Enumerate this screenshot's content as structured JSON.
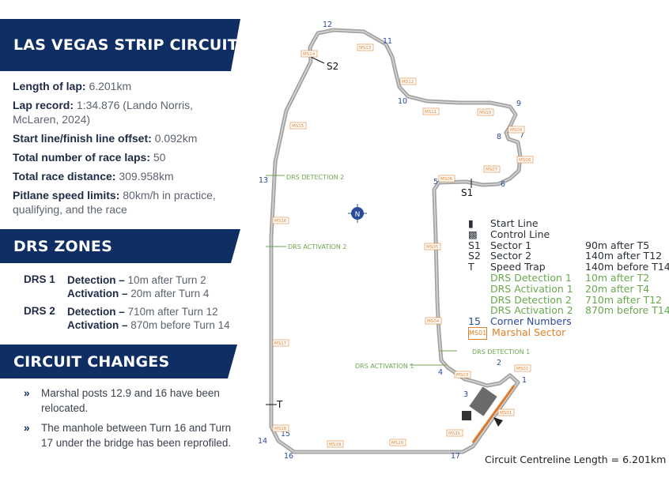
{
  "title": "LAS VEGAS STRIP CIRCUIT",
  "info": [
    {
      "label": "Length of lap:",
      "value": "6.201km"
    },
    {
      "label": "Lap record:",
      "value": "1:34.876 (Lando Norris, McLaren, 2024)"
    },
    {
      "label": "Start line/finish line offset:",
      "value": "0.092km"
    },
    {
      "label": "Total number of race laps:",
      "value": "50"
    },
    {
      "label": "Total race distance:",
      "value": "309.958km"
    },
    {
      "label": "Pitlane speed limits:",
      "value": "80km/h in practice, qualifying, and the race"
    }
  ],
  "drs_title": "DRS ZONES",
  "drs": [
    {
      "zone": "DRS 1",
      "detection_label": "Detection –",
      "detection": "10m after Turn 2",
      "activation_label": "Activation –",
      "activation": "20m after Turn 4"
    },
    {
      "zone": "DRS 2",
      "detection_label": "Detection –",
      "detection": "710m after Turn 12",
      "activation_label": "Activation –",
      "activation": "870m before Turn 14"
    }
  ],
  "changes_title": "CIRCUIT CHANGES",
  "changes": [
    "Marshal posts 12.9 and 16 have been relocated.",
    "The manhole between Turn 16 and Turn 17 under the bridge has been reprofiled."
  ],
  "map": {
    "corners": [
      "1",
      "2",
      "3",
      "4",
      "5",
      "6",
      "7",
      "8",
      "9",
      "10",
      "11",
      "12",
      "13",
      "14",
      "15",
      "16",
      "17"
    ],
    "sector_markers": [
      "S1",
      "S2",
      "T"
    ],
    "drs_labels": [
      "DRS DETECTION 1",
      "DRS ACTIVATION 1",
      "DRS DETECTION 2",
      "DRS ACTIVATION 2"
    ],
    "marshal_sectors": [
      "MS01",
      "MS02",
      "MS03",
      "MS04",
      "MS05",
      "MS06",
      "MS07",
      "MS08",
      "MS09",
      "MS10",
      "MS11",
      "MS12",
      "MS13",
      "MS14",
      "MS15",
      "MS16",
      "MS17",
      "MS18",
      "MS19",
      "MS20",
      "MS21"
    ],
    "compass": "N"
  },
  "legend": [
    {
      "key": "",
      "name": "Start Line",
      "value": "",
      "color": "#111111"
    },
    {
      "key": "",
      "name": "Control Line",
      "value": "",
      "color": "#111111"
    },
    {
      "key": "S1",
      "name": "Sector 1",
      "value": "90m after T5",
      "color": "#111111"
    },
    {
      "key": "S2",
      "name": "Sector 2",
      "value": "140m after T12",
      "color": "#111111"
    },
    {
      "key": "T",
      "name": "Speed Trap",
      "value": "140m before T14",
      "color": "#111111"
    },
    {
      "key": "",
      "name": "DRS Detection 1",
      "value": "10m after T2",
      "color": "#6aa84f"
    },
    {
      "key": "",
      "name": "DRS Activation 1",
      "value": "20m after T4",
      "color": "#6aa84f"
    },
    {
      "key": "",
      "name": "DRS Detection 2",
      "value": "710m after T12",
      "color": "#6aa84f"
    },
    {
      "key": "",
      "name": "DRS Activation 2",
      "value": "870m before T14",
      "color": "#6aa84f"
    },
    {
      "key": "15",
      "name": "Corner Numbers",
      "value": "",
      "color": "#2b4c9a"
    },
    {
      "key": "MS01",
      "name": "Marshal Sector",
      "value": "",
      "color": "#e0802a"
    }
  ],
  "footer": "Circuit Centreline Length = 6.201km",
  "colors": {
    "banner": "#0f2f64",
    "drs_green": "#6aa84f",
    "corner_blue": "#2b4c9a",
    "marshal_orange": "#e0802a",
    "track": "#a0a0a0",
    "pitlane": "#e07a2a"
  }
}
